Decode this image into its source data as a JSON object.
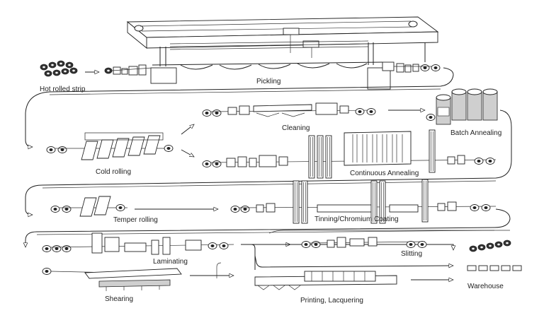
{
  "labels": {
    "hot_rolled_strip": "Hot rolled strip",
    "pickling": "Pickling",
    "cleaning": "Cleaning",
    "batch_annealing": "Batch Annealing",
    "cold_rolling": "Cold rolling",
    "continuous_annealing": "Continuous Annealing",
    "temper_rolling": "Temper rolling",
    "tinning_chromium_coating": "Tinning/Chromium Coating",
    "laminating": "Laminating",
    "slitting": "Slitting",
    "shearing": "Shearing",
    "printing_lacquering": "Printing, Lacquering",
    "warehouse": "Warehouse"
  }
}
